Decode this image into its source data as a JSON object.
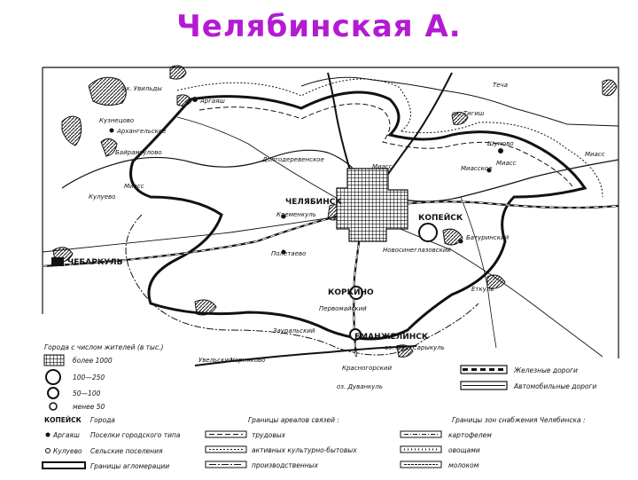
{
  "title": "Челябинская А.",
  "colors": {
    "title": "#b41ad2",
    "ink": "#111111"
  },
  "map": {
    "rivers": [
      "Теча",
      "Миасс",
      "Миасс",
      "Миасс",
      "Миасс"
    ],
    "settlements": {
      "chelyabinsk": "ЧЕЛЯБИНСК",
      "korkino": "КОРКИНО",
      "kopeysk": "КОПЕЙСК",
      "yemanzhelinsk": "ЕМАНЖЕЛИНСК",
      "chebarkul": "ЧЕБАРКУЛЬ",
      "kremenkul": "Кременкуль",
      "poletaevo": "Полетаево",
      "pervomaysky": "Первомайский",
      "zauralsky": "Зауральский",
      "krasnogorsky": "Красногорский",
      "dolgoderevenskoe": "Долгодеревенское",
      "argayash": "Аргаяш",
      "kuznetsovo": "Кузнецово",
      "arkhangelskoe": "Архангельское",
      "bayramgulovo": "Байрамгулово",
      "kulyevo": "Кулуево",
      "uvildy": "ох. Увильды",
      "tygish": "ох. Тигиш",
      "shumovo": "Шумово",
      "miasskoe": "Миасское",
      "baturinsky": "Батуринский",
      "novosineglazovo": "Новосинеглазовский",
      "etkul": "Еткуль",
      "sarykul": "оз. Мал. Сарыкуль",
      "uvelsky": "Увельский",
      "dvinkul": "оз. Дуванкуль",
      "chernyakovo": "Черняково"
    }
  },
  "legend": {
    "cities_header": "Города с числом жителей (в тыс.)",
    "sizes": [
      "более 1000",
      "100—250",
      "50—100",
      "менее 50"
    ],
    "town_sample": "КОПЕЙСК",
    "town_label": "Города",
    "pgt_sample": "Аргаяш",
    "pgt_label": "Поселки городского типа",
    "rural_sample": "Кулуево",
    "rural_label": "Сельские поселения",
    "agglo_label": "Границы агломерации",
    "ties_header": "Границы ареалов связей :",
    "ties": [
      "трудовых",
      "активных культурно-бытовых",
      "производственных"
    ],
    "supply_header": "Границы зон снабжения Челябинска :",
    "supply": [
      "картофелем",
      "овощами",
      "молоком"
    ],
    "rail_label": "Железные дороги",
    "road_label": "Автомобильные дороги"
  }
}
